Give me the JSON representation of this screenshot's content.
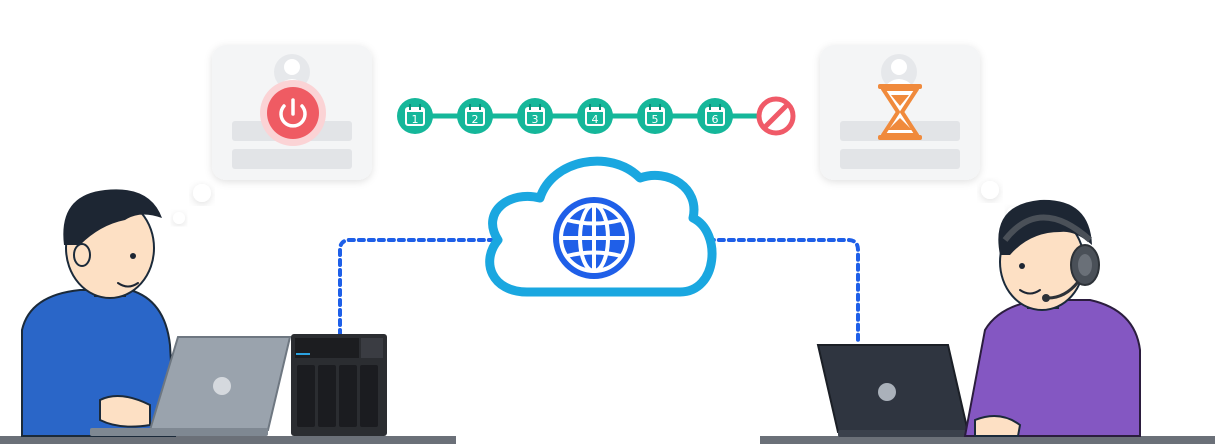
{
  "colors": {
    "teal": "#15b79a",
    "teal_dark": "#0e8f79",
    "cloud": "#1aa7e0",
    "globe": "#1f5fe8",
    "dashed_line": "#1e5fe8",
    "power_red": "#ef5b63",
    "stop_red": "#f05a68",
    "hourglass_orange": "#f08a3c",
    "card_bg": "#f4f5f6",
    "card_bar": "#e2e4e7",
    "user_shirt_left": "#2a66c8",
    "user_shirt_right": "#8457c2",
    "laptop_left": "#9aa3ad",
    "laptop_right": "#2f3540",
    "nas": "#2b2d31"
  },
  "timeline": {
    "days": [
      "1",
      "2",
      "3",
      "4",
      "5",
      "6"
    ],
    "end_icon": "prohibited-icon"
  },
  "cards": {
    "left": {
      "status_icon": "power-icon",
      "avatar_icon": "user-avatar-icon"
    },
    "right": {
      "status_icon": "hourglass-icon",
      "avatar_icon": "user-avatar-icon"
    }
  },
  "network": {
    "center_icon": "globe-icon",
    "container_icon": "cloud-icon"
  },
  "people": {
    "left": {
      "role": "user",
      "device": "laptop"
    },
    "right": {
      "role": "support-agent",
      "device": "laptop",
      "accessory": "headset-icon"
    }
  },
  "nas_device": {
    "icon": "nas-icon"
  }
}
